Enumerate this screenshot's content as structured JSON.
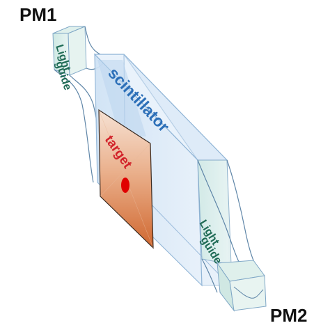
{
  "labels": {
    "pm1": "PM1",
    "pm2": "PM2",
    "light_guide_top_line1": "Light",
    "light_guide_top_line2": "guide",
    "light_guide_bottom_line1": "Light",
    "light_guide_bottom_line2": "guide",
    "scintillator": "scintillator",
    "target": "target"
  },
  "colors": {
    "scintillator_fill": "#dbe9f7",
    "scintillator_edge": "#8fb4d6",
    "light_guide_fill": "#d6ece8",
    "light_guide_text": "#1f6b55",
    "scintillator_text": "#2c6fb8",
    "target_top": "#f4d6c4",
    "target_bottom": "#d5703f",
    "target_text": "#d2232a",
    "target_spot": "#e00000"
  }
}
